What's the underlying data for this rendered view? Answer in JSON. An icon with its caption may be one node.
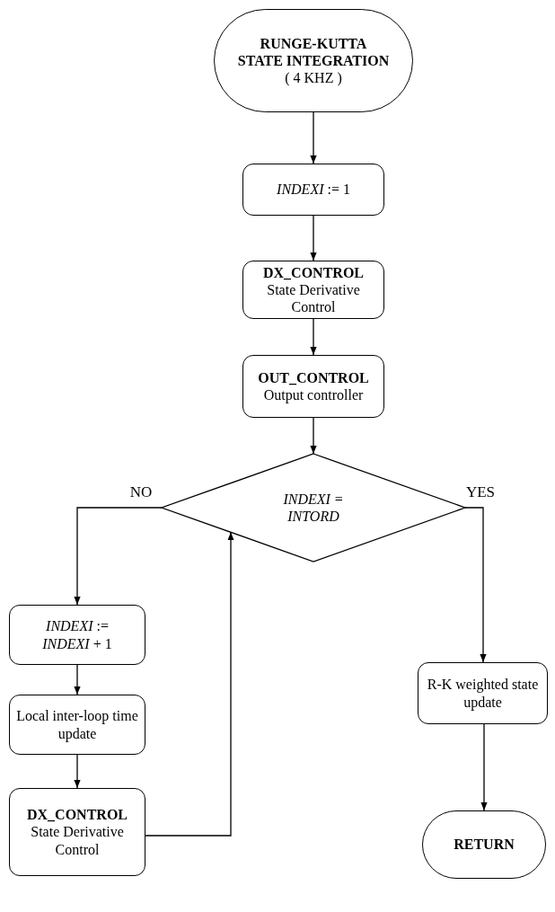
{
  "diagram": {
    "nodes": [
      {
        "text": [
          "RUNGE-KUTTA STATE INTEGRATION",
          "( 4 KHZ )"
        ]
      },
      {
        "text": [
          "*INDEXI* := 1"
        ]
      },
      {
        "text": [
          "DX_CONTROL",
          "State Derivative Control"
        ]
      },
      {
        "text": [
          "OUT_CONTROL",
          "Output controller"
        ]
      },
      {
        "text": [
          "INDEXI = INTORD"
        ]
      },
      {
        "text": [
          "*INDEXI* := *INDEXI* + 1"
        ]
      },
      {
        "text": [
          "Local inter-loop time update"
        ]
      },
      {
        "text": [
          "DX_CONTROL",
          "State Derivative Control"
        ]
      },
      {
        "text": [
          "R-K weighted state update"
        ]
      },
      {
        "text": [
          "RETURN"
        ]
      }
    ],
    "edges": [
      {
        "from": 0,
        "to": 1,
        "arrow": "to"
      },
      {
        "from": 1,
        "to": 2,
        "arrow": "to"
      },
      {
        "from": 2,
        "to": 3,
        "arrow": "to"
      },
      {
        "from": 3,
        "to": 4,
        "arrow": "to"
      },
      {
        "from": 4,
        "to": 5,
        "arrow": "to",
        "label": "NO"
      },
      {
        "from": 4,
        "to": 8,
        "arrow": "to",
        "label": "YES"
      },
      {
        "from": 5,
        "to": 6,
        "arrow": "to"
      },
      {
        "from": 6,
        "to": 7,
        "arrow": "to"
      },
      {
        "from": 7,
        "to": 4,
        "arrow": "to"
      },
      {
        "from": 8,
        "to": 9,
        "arrow": "to"
      }
    ]
  }
}
